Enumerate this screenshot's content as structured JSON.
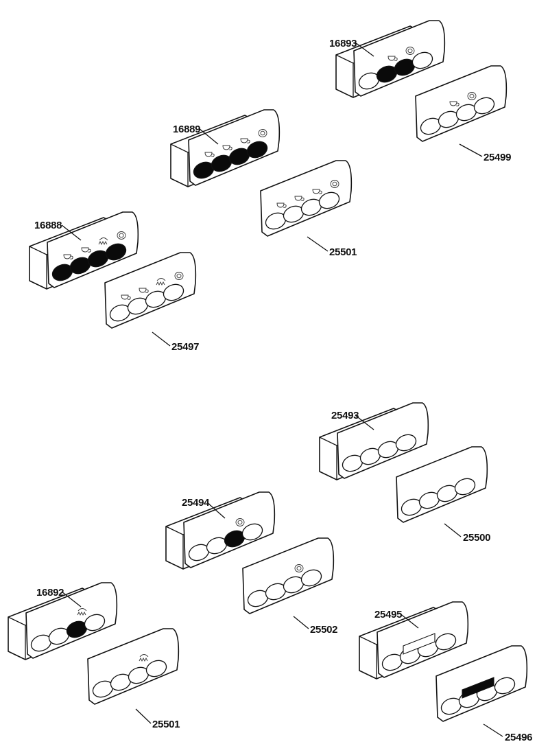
{
  "figure": {
    "parts": [
      {
        "id": "16893",
        "label": "16893",
        "keys": [
          "white",
          "black",
          "black",
          "white"
        ],
        "symbols": [
          "",
          "cup",
          "ring"
        ],
        "type": "housing"
      },
      {
        "id": "25499",
        "label": "25499",
        "keys": [
          "white",
          "white",
          "white",
          "white"
        ],
        "symbols": [
          "",
          "cup",
          "ring"
        ],
        "type": "panel"
      },
      {
        "id": "16889",
        "label": "16889",
        "keys": [
          "black",
          "black",
          "black",
          "black"
        ],
        "symbols": [
          "cup",
          "cup",
          "cup",
          "ring"
        ],
        "type": "housing"
      },
      {
        "id": "25501a",
        "label": "25501",
        "keys": [
          "white",
          "white",
          "white",
          "white"
        ],
        "symbols": [
          "cup",
          "cup",
          "cup",
          "ring"
        ],
        "type": "panel"
      },
      {
        "id": "16888",
        "label": "16888",
        "keys": [
          "black",
          "black",
          "black",
          "black"
        ],
        "symbols": [
          "cup",
          "cup",
          "steam",
          "ring"
        ],
        "type": "housing"
      },
      {
        "id": "25497",
        "label": "25497",
        "keys": [
          "white",
          "white",
          "white",
          "white"
        ],
        "symbols": [
          "cup",
          "cup",
          "steam",
          "ring"
        ],
        "type": "panel"
      },
      {
        "id": "25493",
        "label": "25493",
        "keys": [
          "white",
          "white",
          "white",
          "white"
        ],
        "symbols": [],
        "type": "housing"
      },
      {
        "id": "25500",
        "label": "25500",
        "keys": [
          "white",
          "white",
          "white",
          "white"
        ],
        "symbols": [],
        "type": "panel"
      },
      {
        "id": "25494",
        "label": "25494",
        "keys": [
          "white",
          "white",
          "black",
          "white"
        ],
        "symbols": [
          "",
          "",
          "ring"
        ],
        "type": "housing"
      },
      {
        "id": "25502",
        "label": "25502",
        "keys": [
          "white",
          "white",
          "white",
          "white"
        ],
        "symbols": [
          "",
          "",
          "ring"
        ],
        "type": "panel"
      },
      {
        "id": "16892",
        "label": "16892",
        "keys": [
          "white",
          "white",
          "black",
          "white"
        ],
        "symbols": [
          "",
          "",
          "steam"
        ],
        "type": "housing"
      },
      {
        "id": "25501b",
        "label": "25501",
        "keys": [
          "white",
          "white",
          "white",
          "white"
        ],
        "symbols": [
          "",
          "",
          "steam"
        ],
        "type": "panel"
      },
      {
        "id": "25495",
        "label": "25495",
        "keys": [
          "white",
          "white",
          "white",
          "white"
        ],
        "symbols": [],
        "display": "outline",
        "type": "housing"
      },
      {
        "id": "25496",
        "label": "25496",
        "keys": [
          "white",
          "white",
          "white",
          "white"
        ],
        "symbols": [],
        "display": "filled",
        "type": "panel"
      }
    ]
  },
  "colors": {
    "ink": "#111111",
    "paper": "#ffffff",
    "key_dark": "#0a0a0a"
  }
}
